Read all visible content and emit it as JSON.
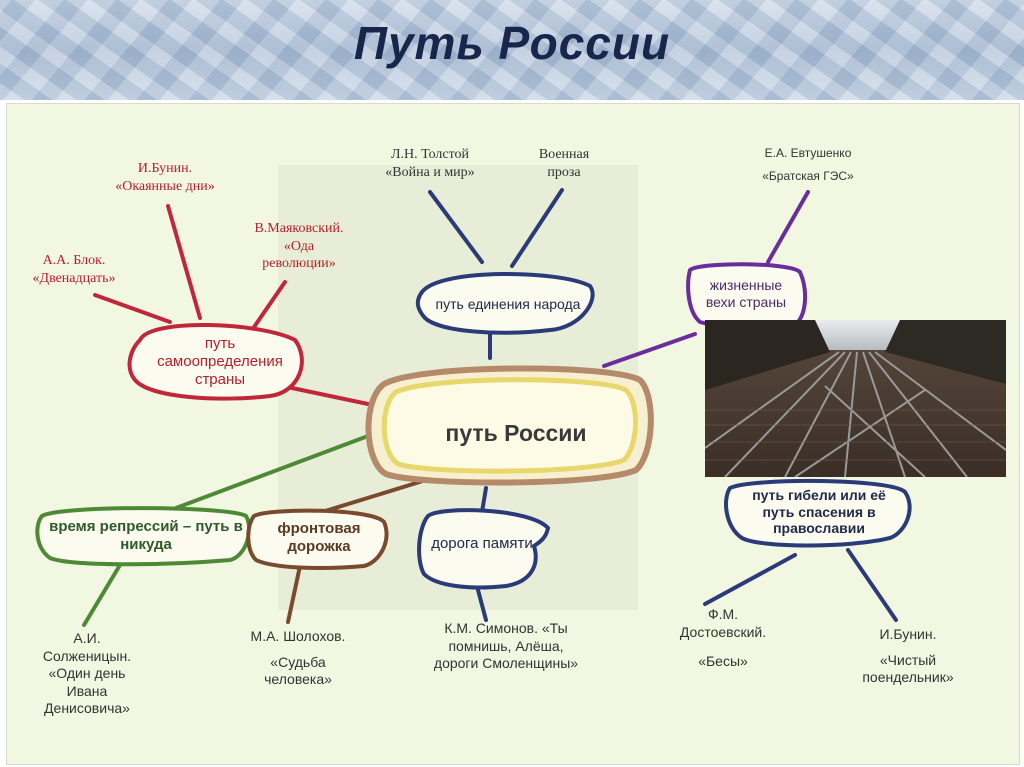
{
  "title": "Путь России",
  "center": "путь России",
  "nodes": {
    "self": "путь самоопределения страны",
    "unity": "путь единения народа",
    "vehi": "жизненные вехи страны",
    "repress": "время репрессий – путь в никуда",
    "front": "фронтовая дорожка",
    "memory": "дорога памяти",
    "doom": "путь гибели или её путь спасения в православии"
  },
  "sources": {
    "bunin1": [
      "И.Бунин.",
      "«Окаянные дни»"
    ],
    "blok": [
      "А.А. Блок.",
      "«Двенадцать»"
    ],
    "mayak": [
      "В.Маяковский.",
      "«Ода",
      "революции»"
    ],
    "tolstoy": [
      "Л.Н. Толстой",
      "«Война и мир»"
    ],
    "war": [
      "Военная",
      "проза"
    ],
    "evtush": [
      "Е.А. Евтушенко",
      "«Братская ГЭС»"
    ],
    "solzh": [
      "А.И.",
      "Солженицын.",
      "«Один день",
      "Ивана",
      "Денисовича»"
    ],
    "sholokh": [
      "М.А. Шолохов.",
      "«Судьба",
      "человека»"
    ],
    "simonov": [
      "К.М. Симонов. «Ты",
      "помнишь, Алёша,",
      "дороги Смоленщины»"
    ],
    "dostoev": [
      "Ф.М.",
      "Достоевский.",
      "«Бесы»"
    ],
    "bunin2": [
      "И.Бунин.",
      "«Чистый",
      "поендельник»"
    ]
  },
  "colors": {
    "red": "#c0273a",
    "navy": "#2b3a78",
    "purple": "#6a2d9e",
    "green": "#4e8a36",
    "brown": "#7a4a2e",
    "gold": "#e8d76a",
    "center_border": "#b58a6a"
  }
}
